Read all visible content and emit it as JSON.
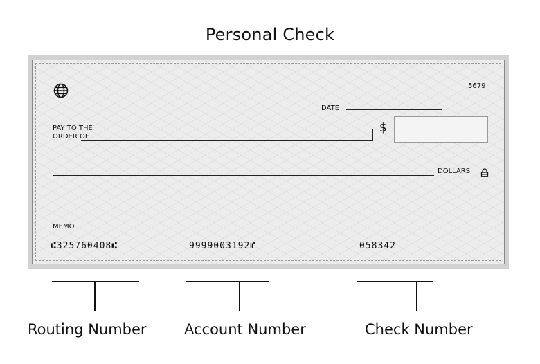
{
  "title": "Personal Check",
  "check": {
    "number": "5679",
    "date_label": "DATE",
    "pay_to_line1": "PAY TO THE",
    "pay_to_line2": "ORDER OF",
    "dollar_sign": "$",
    "dollars_label": "DOLLARS",
    "memo_label": "MEMO",
    "routing_micr": "⑆325760408⑆",
    "account_micr": "9999003192⑈",
    "check_micr": "058342"
  },
  "labels": {
    "routing": "Routing Number",
    "account": "Account Number",
    "check": "Check Number"
  }
}
